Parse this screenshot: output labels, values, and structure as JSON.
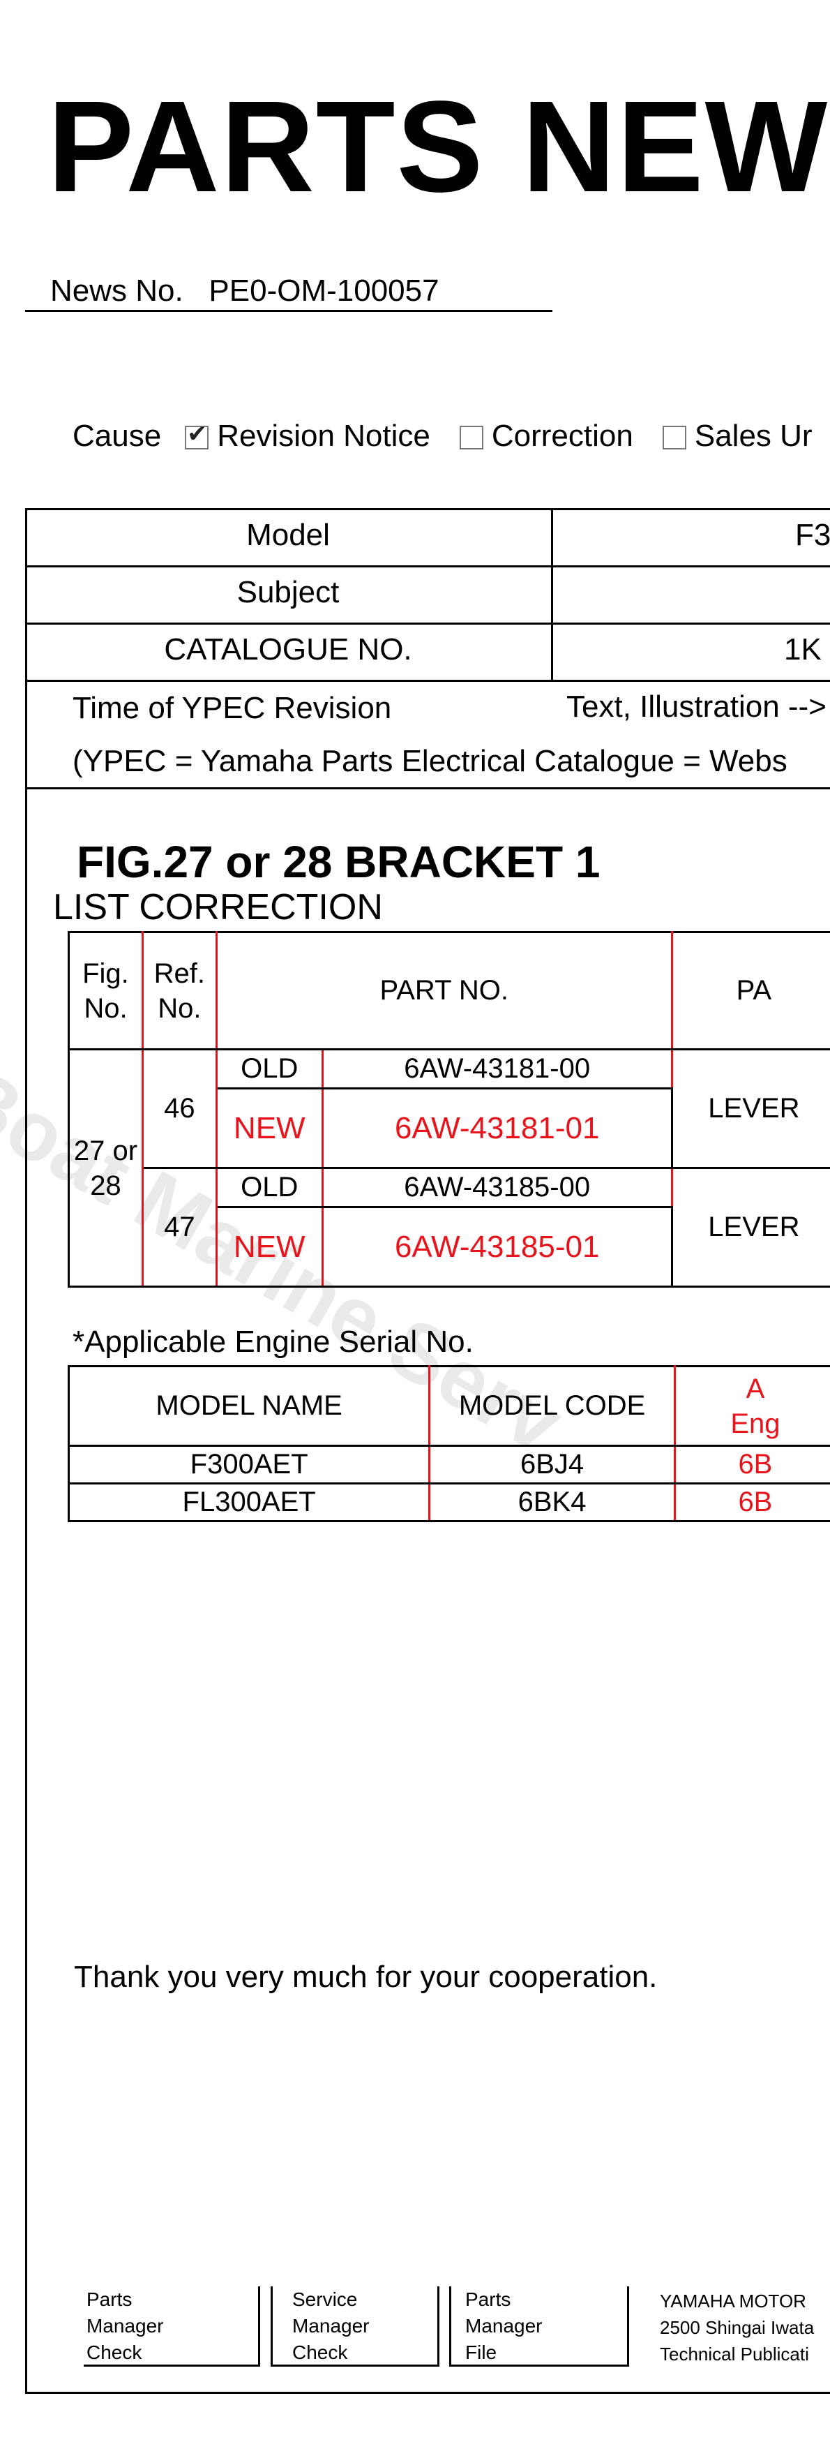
{
  "header": {
    "title": "PARTS NEW",
    "news_label": "News No.",
    "news_number": "PE0-OM-100057"
  },
  "cause": {
    "label": "Cause",
    "options": [
      {
        "label": "Revision Notice",
        "checked": true
      },
      {
        "label": "Correction",
        "checked": false
      },
      {
        "label": "Sales Ur",
        "checked": false
      }
    ]
  },
  "info_table": {
    "model_label": "Model",
    "model_value": "F3",
    "subject_label": "Subject",
    "subject_value": "",
    "catalogue_label": "CATALOGUE NO.",
    "catalogue_value": "1K",
    "ypec_label": "Time of YPEC Revision",
    "ypec_value": "Text, Illustration -->",
    "ypec_note": "(YPEC = Yamaha Parts Electrical Catalogue  =  Webs"
  },
  "section": {
    "fig_title": "FIG.27 or 28 BRACKET 1",
    "list_title": "LIST CORRECTION"
  },
  "parts_table": {
    "headers": {
      "fig_no": "Fig. No.",
      "ref_no": "Ref. No.",
      "part_no": "PART NO.",
      "part_name": "PA"
    },
    "fig_value": "27 or 28",
    "groups": [
      {
        "ref": "46",
        "old_label": "OLD",
        "old_part": "6AW-43181-00",
        "new_label": "NEW",
        "new_part": "6AW-43181-01",
        "name": "LEVER"
      },
      {
        "ref": "47",
        "old_label": "OLD",
        "old_part": "6AW-43185-00",
        "new_label": "NEW",
        "new_part": "6AW-43185-01",
        "name": "LEVER"
      }
    ]
  },
  "applicable": {
    "title": "*Applicable Engine Serial No.",
    "headers": {
      "model_name": "MODEL NAME",
      "model_code": "MODEL CODE",
      "engine_top": "A",
      "engine_bottom": "Eng"
    },
    "rows": [
      {
        "name": "F300AET",
        "code": "6BJ4",
        "serial": "6B"
      },
      {
        "name": "FL300AET",
        "code": "6BK4",
        "serial": "6B"
      }
    ]
  },
  "footer": {
    "thanks": "Thank you very much for your cooperation.",
    "boxes": [
      {
        "line1": "Parts",
        "line2": "Manager",
        "line3": "Check"
      },
      {
        "line1": "Service",
        "line2": "Manager",
        "line3": "Check"
      },
      {
        "line1": "Parts",
        "line2": "Manager",
        "line3": "File"
      }
    ],
    "company": {
      "line1": "YAMAHA MOTOR",
      "line2": "2500 Shingai Iwata",
      "line3": "Technical Publicati"
    }
  },
  "watermark": "Boat Marine Serv",
  "colors": {
    "accent_red": "#e8141c"
  }
}
